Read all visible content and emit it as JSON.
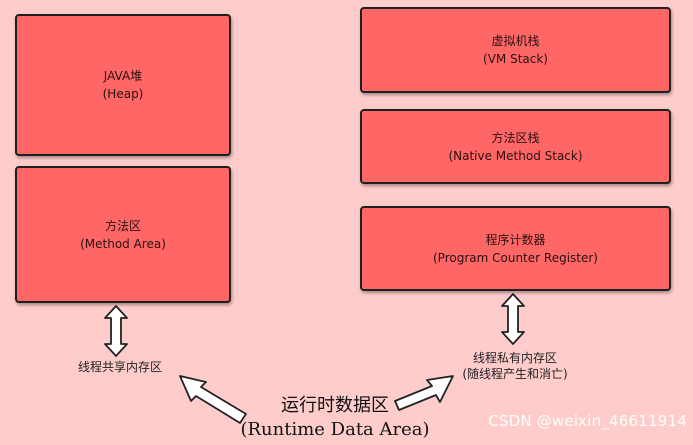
{
  "colors": {
    "background": "#ffcccc",
    "box_fill": "#ff6666",
    "box_border": "#1f1f1f"
  },
  "left": {
    "heap": {
      "line1": "JAVA堆",
      "line2": "(Heap)"
    },
    "method_area": {
      "line1": "方法区",
      "line2": "(Method Area)"
    },
    "shared_label": "线程共享内存区"
  },
  "right": {
    "vm_stack": {
      "line1": "虚拟机栈",
      "line2": "(VM Stack)"
    },
    "native_stack": {
      "line1": "方法区栈",
      "line2": "(Native Method Stack)"
    },
    "pc_register": {
      "line1": "程序计数器",
      "line2": "(Program Counter Register)"
    },
    "private_label": {
      "line1": "线程私有内存区",
      "line2": "(随线程产生和消亡)"
    }
  },
  "center_title": {
    "line1": "运行时数据区",
    "line2": "(Runtime Data Area)"
  },
  "watermark": "CSDN @weixin_46611914",
  "icons": [
    "double-arrow-icon",
    "arrow-icon"
  ]
}
